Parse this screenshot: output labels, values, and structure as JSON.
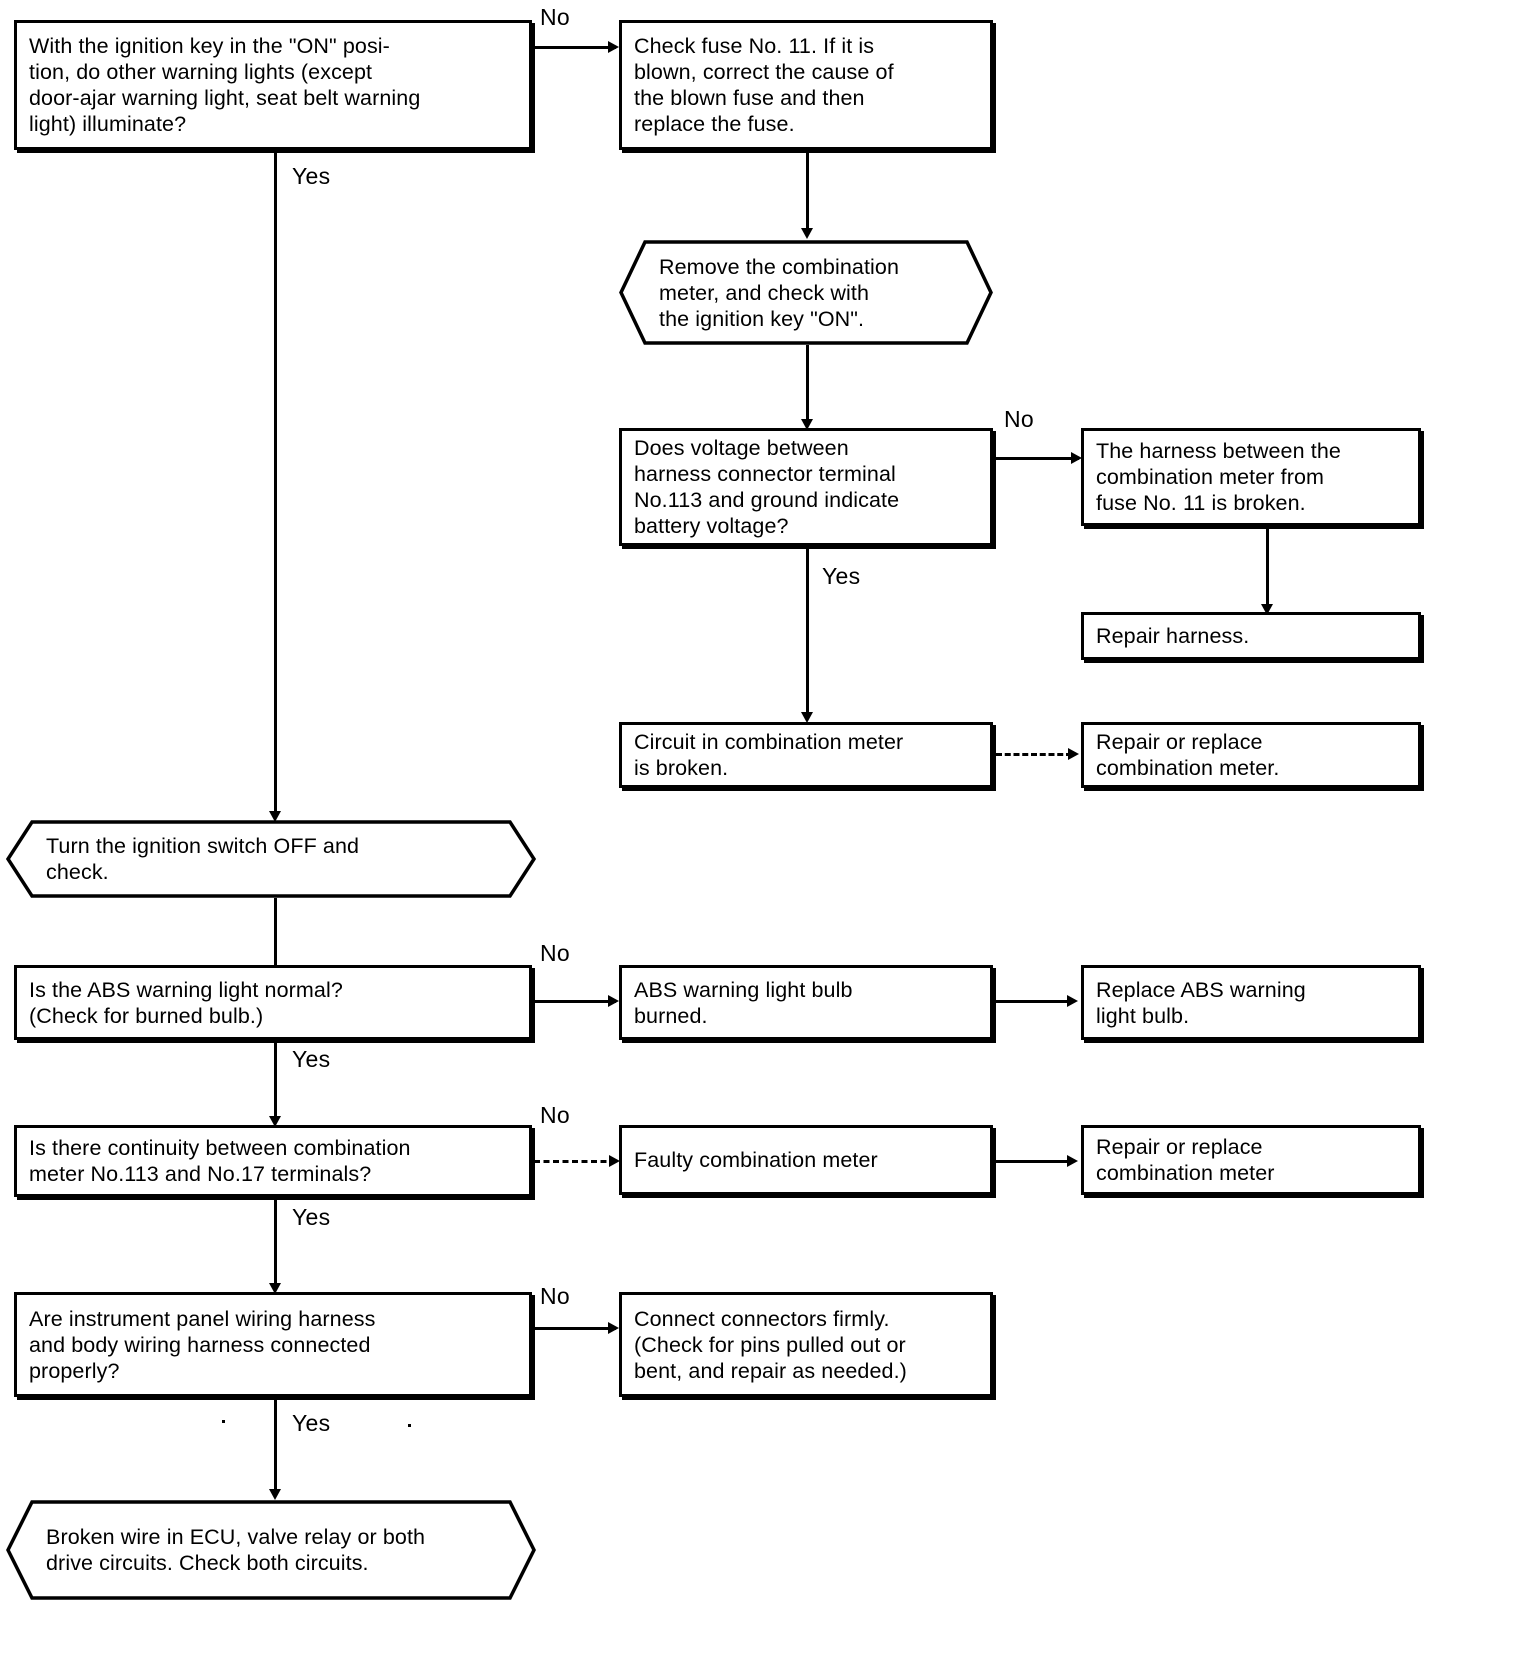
{
  "diagram": {
    "title": "ABS warning light troubleshooting flowchart",
    "ink_color": "#000000",
    "background_color": "#ffffff"
  },
  "nodes": {
    "n1_question_ignition": "With the ignition key in the \"ON\" posi-\ntion, do other warning lights (except\ndoor-ajar warning light, seat belt warning\nlight) illuminate?",
    "n2_check_fuse": "Check fuse No. 11. If it is\nblown, correct the cause of\nthe blown fuse and then\nreplace the fuse.",
    "n3_remove_meter": "Remove the combination\nmeter, and check with\nthe ignition key \"ON\".",
    "n4_voltage_question": "Does voltage between\nharness connector terminal\nNo.113 and ground indicate\nbattery voltage?",
    "n5_harness_broken": "The harness between the\ncombination meter from\nfuse No. 11 is broken.",
    "n6_repair_harness": "Repair harness.",
    "n7_circuit_broken": "Circuit in combination meter\nis broken.",
    "n8_repair_replace_meter": "Repair or replace\ncombination meter.",
    "n9_turn_off": "Turn the ignition switch OFF and\ncheck.",
    "n10_abs_normal": "Is the ABS warning light normal?\n(Check for burned bulb.)",
    "n11_bulb_burned": "ABS warning light bulb\nburned.",
    "n12_replace_bulb": "Replace ABS warning\nlight bulb.",
    "n13_continuity": "Is there continuity between combination\nmeter No.113 and No.17 terminals?",
    "n14_faulty_meter": "Faulty combination meter",
    "n15_repair_replace_meter2": "Repair or replace\ncombination meter",
    "n16_harness_connected": "Are instrument panel wiring harness\nand body wiring harness connected\nproperly?",
    "n17_connect_firmly": "Connect connectors firmly.\n(Check for pins pulled out or\nbent, and repair as needed.)",
    "n18_broken_wire_ecu": "Broken wire in ECU, valve relay or both\ndrive circuits. Check both circuits."
  },
  "edge_labels": {
    "l1_no": "No",
    "l2_yes": "Yes",
    "l3_no": "No",
    "l4_yes": "Yes",
    "l5_no": "No",
    "l6_yes": "Yes",
    "l7_no": "No",
    "l8_yes": "Yes",
    "l9_no": "No",
    "l10_yes": "Yes"
  }
}
